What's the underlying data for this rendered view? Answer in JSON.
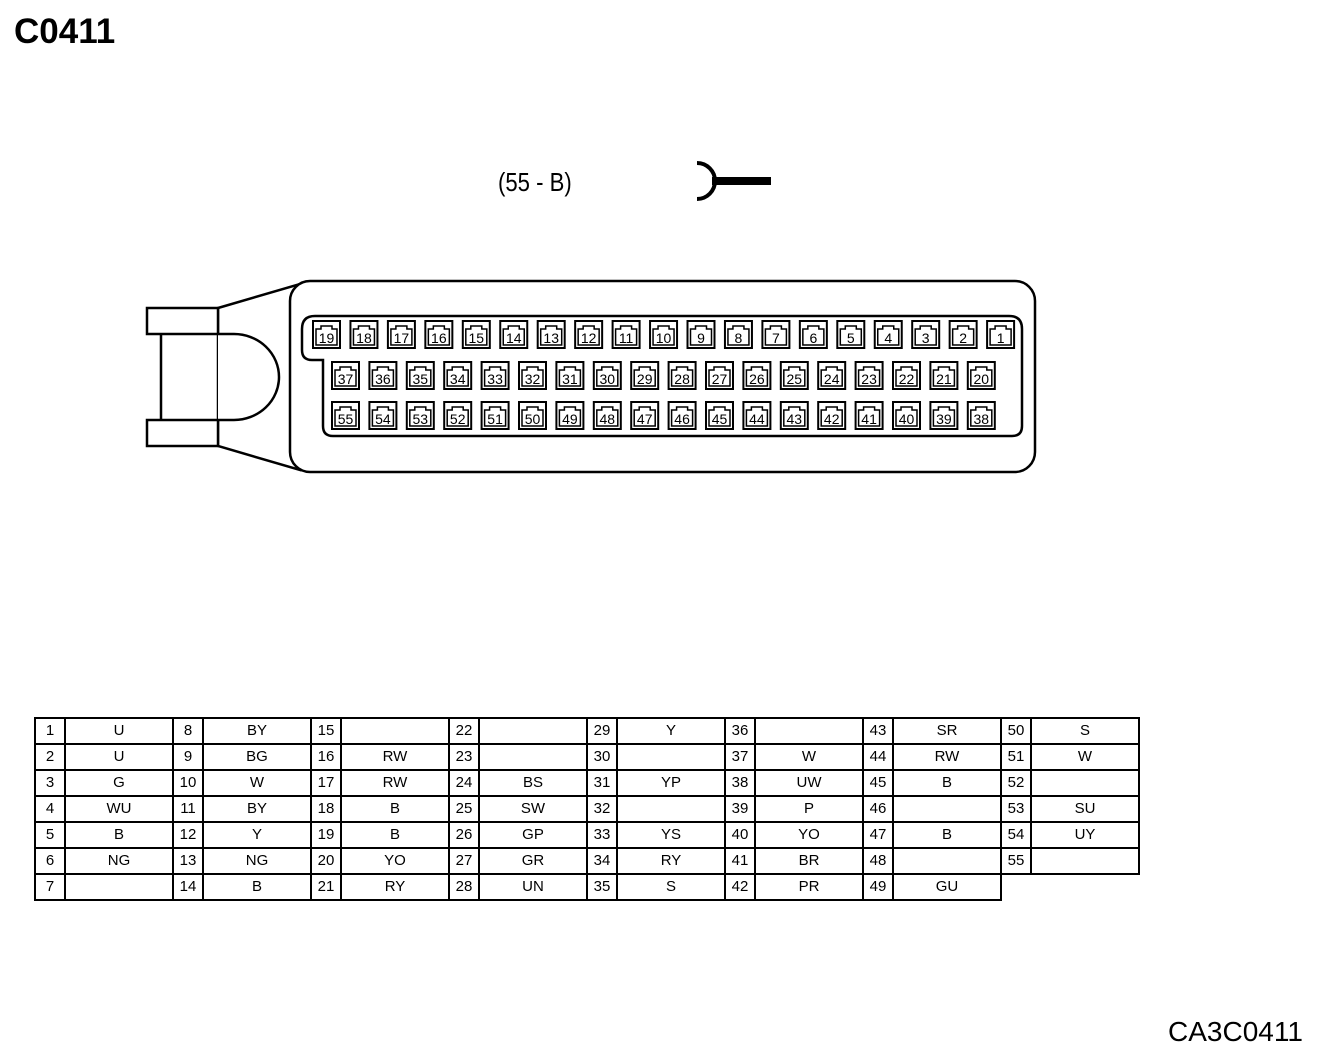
{
  "title": "C0411",
  "connector_label": "(55 - B)",
  "reference_code": "CA3C0411",
  "connector_icon": "female-terminal-icon",
  "pin_rows": [
    [
      "19",
      "18",
      "17",
      "16",
      "15",
      "14",
      "13",
      "12",
      "11",
      "10",
      "9",
      "8",
      "7",
      "6",
      "5",
      "4",
      "3",
      "2",
      "1"
    ],
    [
      "37",
      "36",
      "35",
      "34",
      "33",
      "32",
      "31",
      "30",
      "29",
      "28",
      "27",
      "26",
      "25",
      "24",
      "23",
      "22",
      "21",
      "20"
    ],
    [
      "55",
      "54",
      "53",
      "52",
      "51",
      "50",
      "49",
      "48",
      "47",
      "46",
      "45",
      "44",
      "43",
      "42",
      "41",
      "40",
      "39",
      "38"
    ]
  ],
  "pin_table": [
    [
      [
        "1",
        "U"
      ],
      [
        "8",
        "BY"
      ],
      [
        "15",
        ""
      ],
      [
        "22",
        ""
      ],
      [
        "29",
        "Y"
      ],
      [
        "36",
        ""
      ],
      [
        "43",
        "SR"
      ],
      [
        "50",
        "S"
      ]
    ],
    [
      [
        "2",
        "U"
      ],
      [
        "9",
        "BG"
      ],
      [
        "16",
        "RW"
      ],
      [
        "23",
        ""
      ],
      [
        "30",
        ""
      ],
      [
        "37",
        "W"
      ],
      [
        "44",
        "RW"
      ],
      [
        "51",
        "W"
      ]
    ],
    [
      [
        "3",
        "G"
      ],
      [
        "10",
        "W"
      ],
      [
        "17",
        "RW"
      ],
      [
        "24",
        "BS"
      ],
      [
        "31",
        "YP"
      ],
      [
        "38",
        "UW"
      ],
      [
        "45",
        "B"
      ],
      [
        "52",
        ""
      ]
    ],
    [
      [
        "4",
        "WU"
      ],
      [
        "11",
        "BY"
      ],
      [
        "18",
        "B"
      ],
      [
        "25",
        "SW"
      ],
      [
        "32",
        ""
      ],
      [
        "39",
        "P"
      ],
      [
        "46",
        ""
      ],
      [
        "53",
        "SU"
      ]
    ],
    [
      [
        "5",
        "B"
      ],
      [
        "12",
        "Y"
      ],
      [
        "19",
        "B"
      ],
      [
        "26",
        "GP"
      ],
      [
        "33",
        "YS"
      ],
      [
        "40",
        "YO"
      ],
      [
        "47",
        "B"
      ],
      [
        "54",
        "UY"
      ]
    ],
    [
      [
        "6",
        "NG"
      ],
      [
        "13",
        "NG"
      ],
      [
        "20",
        "YO"
      ],
      [
        "27",
        "GR"
      ],
      [
        "34",
        "RY"
      ],
      [
        "41",
        "BR"
      ],
      [
        "48",
        ""
      ],
      [
        "55",
        ""
      ]
    ],
    [
      [
        "7",
        ""
      ],
      [
        "14",
        "B"
      ],
      [
        "21",
        "RY"
      ],
      [
        "28",
        "UN"
      ],
      [
        "35",
        "S"
      ],
      [
        "42",
        "PR"
      ],
      [
        "49",
        "GU"
      ],
      null
    ]
  ]
}
